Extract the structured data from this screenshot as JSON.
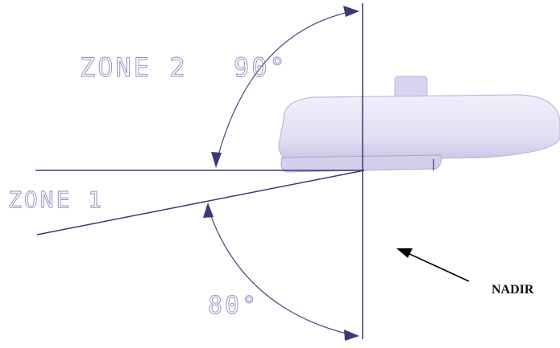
{
  "diagram": {
    "zone2_label": "ZONE 2",
    "zone2_angle": "90°",
    "zone1_label": "ZONE 1",
    "lower_angle": "80°",
    "nadir_label": "NADIR"
  },
  "colors": {
    "line": "#3a3a78",
    "label": "#8a8ac0",
    "fixture_fill": "#e4e1f4",
    "fixture_stroke": "#bdb7de",
    "nadir_text": "#111111"
  }
}
